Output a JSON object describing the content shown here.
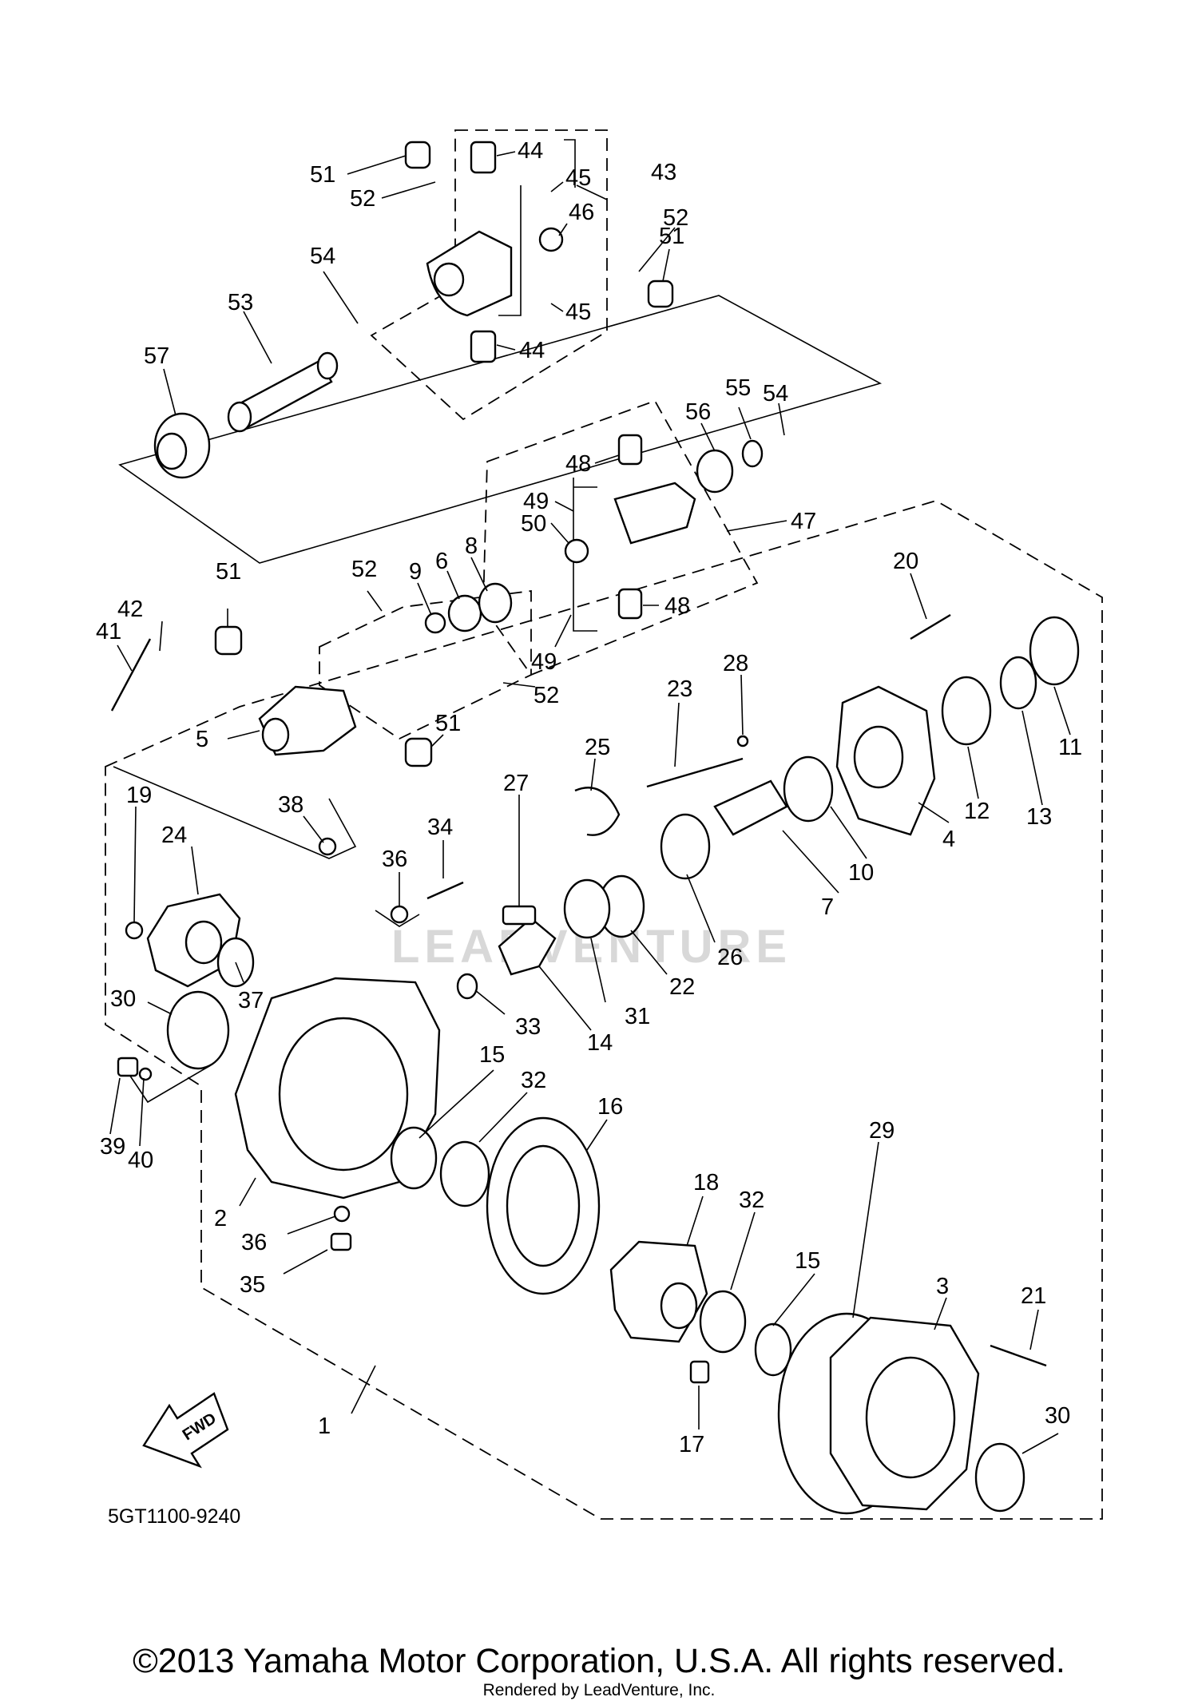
{
  "diagram": {
    "drawing_code": "5GT1100-9240",
    "fwd_label": "FWD",
    "watermark": "LEADVENTURE",
    "callouts": [
      {
        "num": "1"
      },
      {
        "num": "2"
      },
      {
        "num": "3"
      },
      {
        "num": "4"
      },
      {
        "num": "5"
      },
      {
        "num": "6"
      },
      {
        "num": "7"
      },
      {
        "num": "8"
      },
      {
        "num": "9"
      },
      {
        "num": "10"
      },
      {
        "num": "11"
      },
      {
        "num": "12"
      },
      {
        "num": "13"
      },
      {
        "num": "14"
      },
      {
        "num": "15"
      },
      {
        "num": "15"
      },
      {
        "num": "16"
      },
      {
        "num": "17"
      },
      {
        "num": "18"
      },
      {
        "num": "19"
      },
      {
        "num": "20"
      },
      {
        "num": "21"
      },
      {
        "num": "22"
      },
      {
        "num": "23"
      },
      {
        "num": "24"
      },
      {
        "num": "25"
      },
      {
        "num": "26"
      },
      {
        "num": "27"
      },
      {
        "num": "28"
      },
      {
        "num": "29"
      },
      {
        "num": "30"
      },
      {
        "num": "30"
      },
      {
        "num": "31"
      },
      {
        "num": "32"
      },
      {
        "num": "32"
      },
      {
        "num": "33"
      },
      {
        "num": "34"
      },
      {
        "num": "35"
      },
      {
        "num": "36"
      },
      {
        "num": "36"
      },
      {
        "num": "37"
      },
      {
        "num": "38"
      },
      {
        "num": "39"
      },
      {
        "num": "40"
      },
      {
        "num": "41"
      },
      {
        "num": "42"
      },
      {
        "num": "43"
      },
      {
        "num": "44"
      },
      {
        "num": "44"
      },
      {
        "num": "45"
      },
      {
        "num": "45"
      },
      {
        "num": "46"
      },
      {
        "num": "47"
      },
      {
        "num": "48"
      },
      {
        "num": "48"
      },
      {
        "num": "49"
      },
      {
        "num": "49"
      },
      {
        "num": "50"
      },
      {
        "num": "51"
      },
      {
        "num": "51"
      },
      {
        "num": "51"
      },
      {
        "num": "51"
      },
      {
        "num": "52"
      },
      {
        "num": "52"
      },
      {
        "num": "52"
      },
      {
        "num": "52"
      },
      {
        "num": "53"
      },
      {
        "num": "54"
      },
      {
        "num": "54"
      },
      {
        "num": "55"
      },
      {
        "num": "56"
      },
      {
        "num": "57"
      }
    ]
  },
  "footer": {
    "copyright": "©2013 Yamaha Motor Corporation, U.S.A. All rights reserved.",
    "rendered_by": "Rendered by LeadVenture, Inc."
  }
}
